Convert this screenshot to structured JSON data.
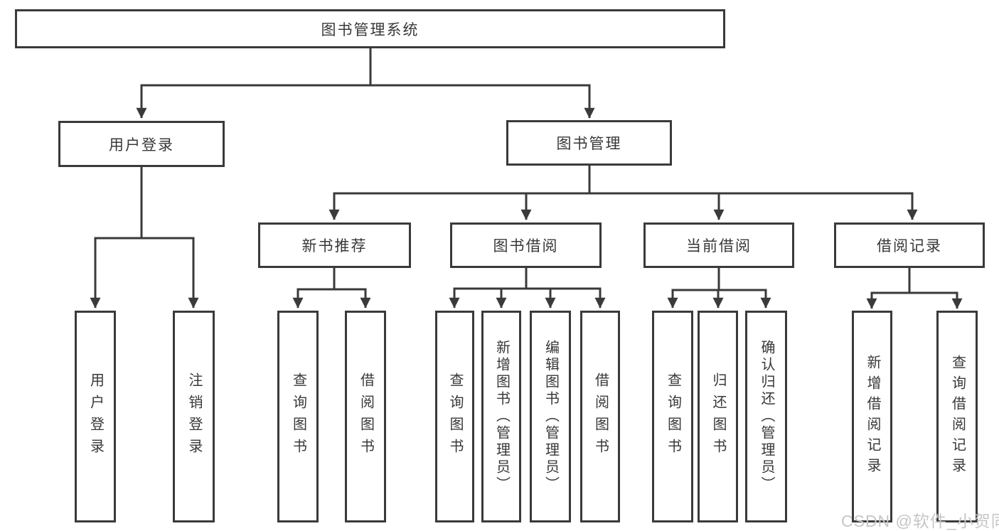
{
  "tree": {
    "label": "图书管理系统",
    "children": [
      {
        "label": "用户登录",
        "children": [
          {
            "label": "用户登录"
          },
          {
            "label": "注销登录"
          }
        ]
      },
      {
        "label": "图书管理",
        "children": [
          {
            "label": "新书推荐",
            "children": [
              {
                "label": "查询图书"
              },
              {
                "label": "借阅图书"
              }
            ]
          },
          {
            "label": "图书借阅",
            "children": [
              {
                "label": "查询图书"
              },
              {
                "label": "新增图书（管理员）"
              },
              {
                "label": "编辑图书（管理员）"
              },
              {
                "label": "借阅图书"
              }
            ]
          },
          {
            "label": "当前借阅",
            "children": [
              {
                "label": "查询图书"
              },
              {
                "label": "归还图书"
              },
              {
                "label": "确认归还（管理员）"
              }
            ]
          },
          {
            "label": "借阅记录",
            "children": [
              {
                "label": "新增借阅记录"
              },
              {
                "label": "查询借阅记录"
              }
            ]
          }
        ]
      }
    ]
  },
  "watermark": {
    "text": "CSDN @软件_小贺同学"
  },
  "colors": {
    "line": "#3a3a3a",
    "text": "#383838",
    "watermark": "#c6c6c6",
    "background": "#ffffff"
  }
}
